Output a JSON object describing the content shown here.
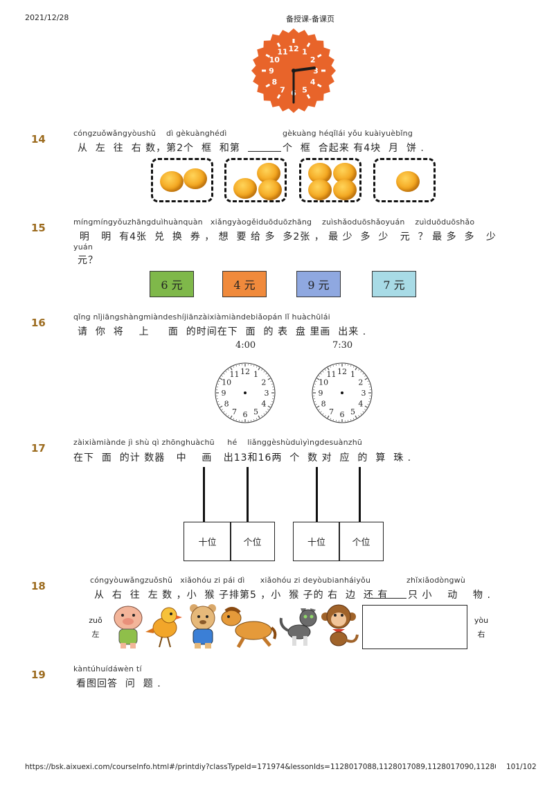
{
  "header": {
    "date": "2021/12/28",
    "title": "备授课-备课页"
  },
  "footer": {
    "url": "https://bsk.aixuexi.com/courseInfo.html#/printdiy?classTypeId=171974&lessonIds=1128017088,1128017089,1128017090,1128017091,1128…",
    "page": "101/102"
  },
  "colors": {
    "question_number": "#9c6b1e",
    "clock_face": "#e8642a",
    "money_6": "#7fb84a",
    "money_4": "#f08a3c",
    "money_9": "#8fa8e0",
    "money_7": "#a8dbe6"
  },
  "top_clock": {
    "numbers": [
      "12",
      "1",
      "2",
      "3",
      "4",
      "5",
      "6",
      "7",
      "8",
      "9",
      "10",
      "11"
    ]
  },
  "q14": {
    "number": "14",
    "pinyin_a": "cóngzuǒwǎngyòushǔ    dì gèkuànghédì",
    "pinyin_b": "gèkuàng héqǐlái yǒu kuàiyuèbǐng",
    "text_a": "从  左  往  右 数，第2个  框  和第",
    "text_b": "个  框  合起来 有4块  月  饼 .",
    "boxes": [
      2,
      3,
      4,
      1
    ]
  },
  "q15": {
    "number": "15",
    "pinyin": "míngmíngyǒuzhāngduìhuànquàn   xiǎngyàogěiduōduōzhāng    zuìshǎoduōshǎoyuán    zuìduōduōshǎo",
    "text": "  明   明  有4张  兑  换  券 ， 想  要 给 多  多2张 ， 最 少  多  少   元  ？ 最 多  多   少",
    "pinyin2": "yuán",
    "text2": "元？",
    "coupons": [
      "6 元",
      "4 元",
      "9 元",
      "7 元"
    ]
  },
  "q16": {
    "number": "16",
    "pinyin": "qǐng nǐjiāngshàngmiàndeshíjiānzàixiàmiàndebiǎopán lǐ huàchūlái",
    "text": "请  你  将    上     面  的时间在下  面  的 表  盘 里画  出来 .",
    "clock_times": [
      "4:00",
      "7:30"
    ],
    "clock_numbers": [
      "12",
      "1",
      "2",
      "3",
      "4",
      "5",
      "6",
      "7",
      "8",
      "9",
      "10",
      "11"
    ]
  },
  "q17": {
    "number": "17",
    "pinyin": "zàixiàmiànde jì shù qì zhōnghuàchū     hé    liǎnggèshùduìyìngdesuànzhū",
    "text": "在下  面  的计 数器   中    画   出13和16两  个  数 对  应  的  算  珠 .",
    "abacus": [
      {
        "tens": "十位",
        "ones": "个位"
      },
      {
        "tens": "十位",
        "ones": "个位"
      }
    ]
  },
  "q18": {
    "number": "18",
    "pinyin_a": "cóngyòuwǎngzuǒshǔ   xiǎohóu zi pái dì      xiǎohóu zi deyòubianháiyǒu",
    "pinyin_b": "zhǐxiǎodòngwù",
    "text_a": "从  右  往  左 数 ，小  猴 子排第5 ，小  猴 子的 右  边  还 有",
    "text_b": "只 小    动    物 .",
    "left_pinyin": "zuǒ",
    "left_char": "左",
    "right_pinyin": "yòu",
    "right_char": "右",
    "animals": [
      "pig-icon",
      "bird-icon",
      "bear-icon",
      "horse-icon",
      "cat-icon",
      "monkey-icon"
    ]
  },
  "q19": {
    "number": "19",
    "pinyin": "kàntúhuídáwèn tí",
    "text": "看图回答  问  题 ."
  }
}
